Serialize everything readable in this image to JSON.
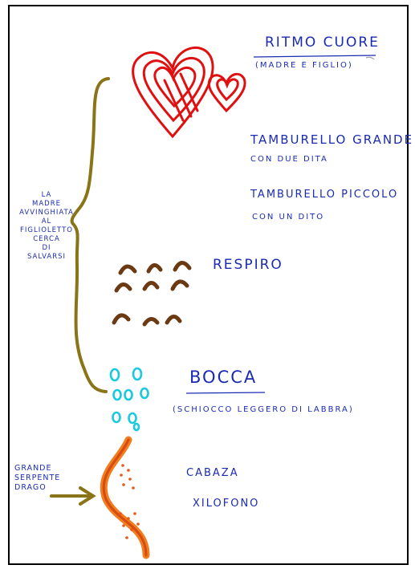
{
  "labels": {
    "title_rhythm": "RITMO CUORE",
    "subtitle_rhythm": "(MADRE E FIGLIO)",
    "big_tambourine": "TAMBURELLO GRANDE",
    "big_tambourine_detail": "CON DUE DITA",
    "small_tambourine": "TAMBURELLO PICCOLO",
    "small_tambourine_detail": "CON UN DITO",
    "breath": "RESPIRO",
    "mouth": "BOCCA",
    "mouth_detail": "(SCHIOCCO LEGGERO DI LABBRA)",
    "cabaza": "CABAZA",
    "xylophone": "XILOFONO"
  },
  "side": {
    "mother_lines": [
      "LA",
      "MADRE",
      "AVVINGHIATA",
      "AL",
      "FIGLIOLETTO",
      "CERCA",
      "DI",
      "SALVARSI",
      ""
    ],
    "dragon_lines": [
      "GRANDE",
      "SERPENTE",
      "DRAGO"
    ]
  },
  "colors": {
    "ink": "#1b2bb0",
    "heart": "#e01010",
    "brace": "#8a7418",
    "breath": "#6b3a12",
    "mouth": "#19c9e0",
    "serpent": "#f07d20"
  }
}
